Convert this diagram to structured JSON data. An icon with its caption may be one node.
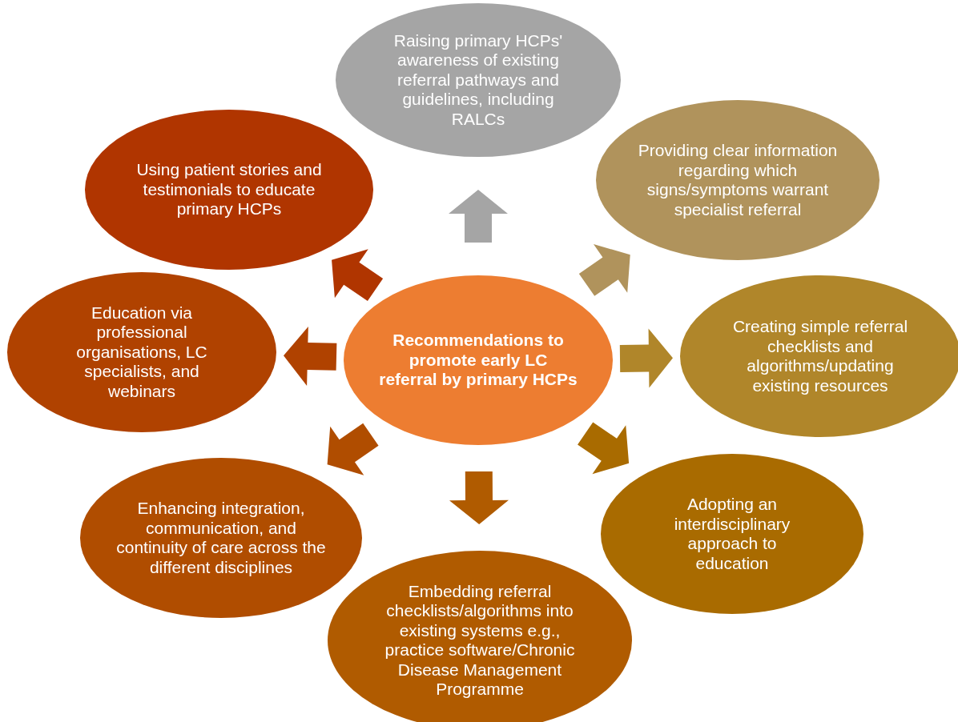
{
  "diagram": {
    "nodes": [
      {
        "text": [
          "Recommendations to promote early LC referral by primary HCPs"
        ]
      },
      {
        "text": [
          "Raising primary HCPs' awareness of existing referral pathways and guidelines, including RALCs"
        ]
      },
      {
        "text": [
          "Providing clear information regarding which signs/symptoms warrant specialist referral"
        ]
      },
      {
        "text": [
          "Creating simple referral checklists and algorithms/updating existing resources"
        ]
      },
      {
        "text": [
          "Adopting an interdisciplinary approach to education"
        ]
      },
      {
        "text": [
          "Embedding referral checklists/algorithms into existing systems e.g., practice software/Chronic Disease Management Programme"
        ]
      },
      {
        "text": [
          "Enhancing integration, communication, and continuity of care across the different disciplines"
        ]
      },
      {
        "text": [
          "Education via professional organisations, LC specialists, and webinars"
        ]
      },
      {
        "text": [
          "Using patient stories and testimonials to educate primary HCPs"
        ]
      }
    ],
    "edges": [
      {
        "from": 0,
        "to": 1,
        "arrow": "to"
      },
      {
        "from": 0,
        "to": 2,
        "arrow": "to"
      },
      {
        "from": 0,
        "to": 3,
        "arrow": "to"
      },
      {
        "from": 0,
        "to": 4,
        "arrow": "to"
      },
      {
        "from": 0,
        "to": 5,
        "arrow": "to"
      },
      {
        "from": 0,
        "to": 6,
        "arrow": "to"
      },
      {
        "from": 0,
        "to": 7,
        "arrow": "to"
      },
      {
        "from": 0,
        "to": 8,
        "arrow": "to"
      }
    ]
  }
}
